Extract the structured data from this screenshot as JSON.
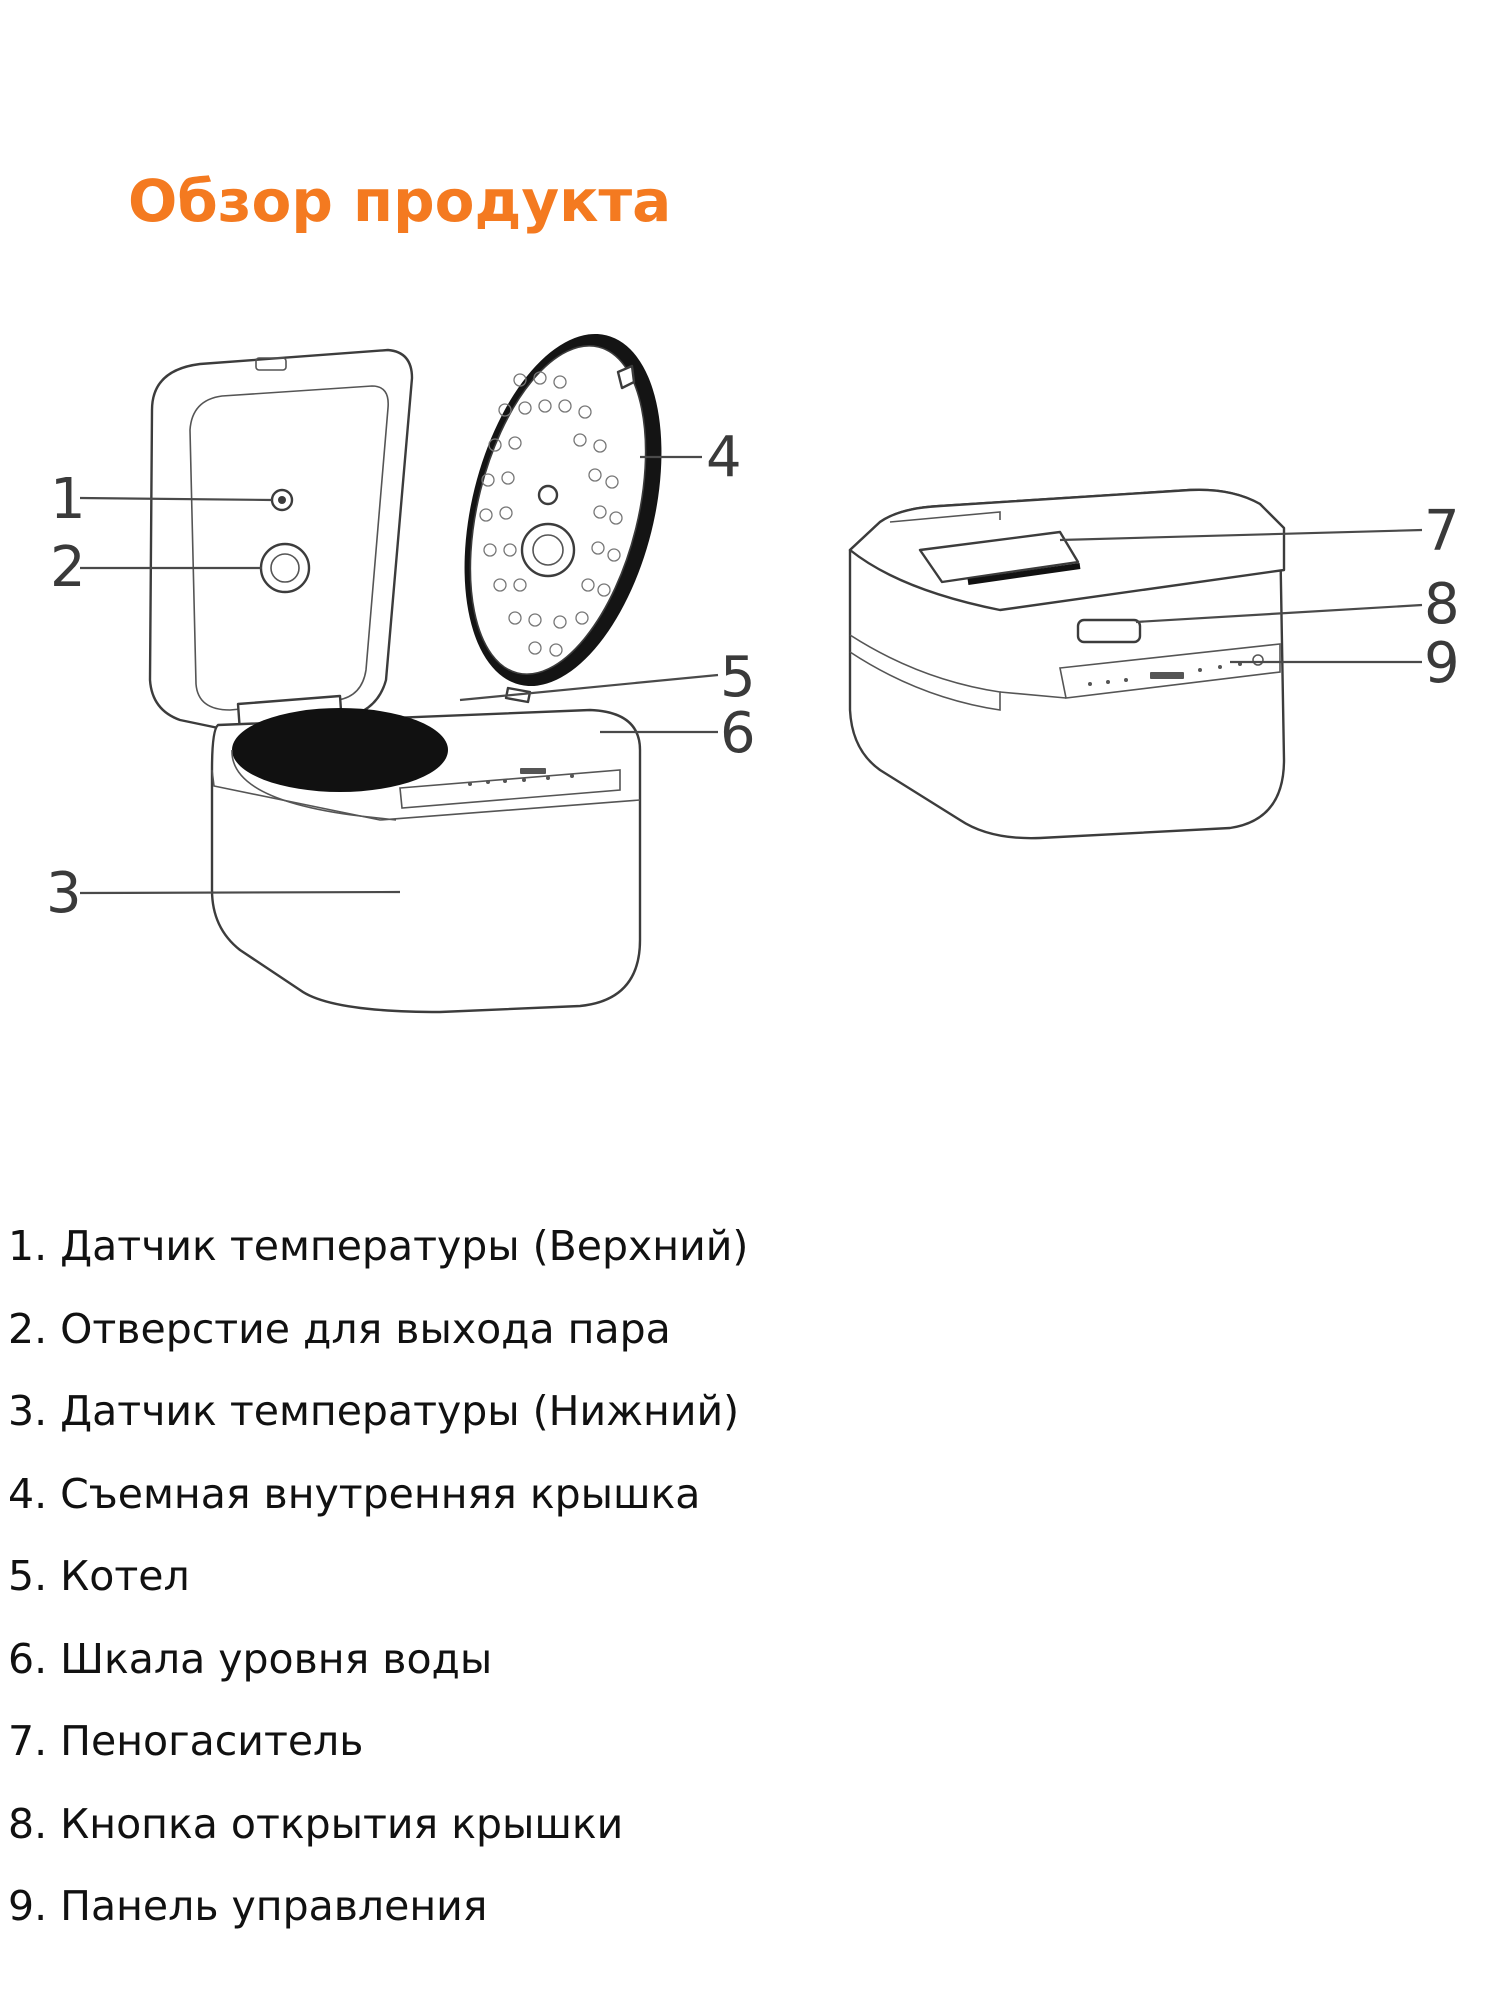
{
  "title": "Обзор продукта",
  "colors": {
    "title": "#f47a20",
    "text": "#111111",
    "outline": "#3c3c3c",
    "dark_fill": "#0d0d0d"
  },
  "callouts": [
    "1",
    "2",
    "3",
    "4",
    "5",
    "6",
    "7",
    "8",
    "9"
  ],
  "parts": [
    "1. Датчик температуры (Верхний)",
    "2. Отверстие для выхода пара",
    "3. Датчик температуры (Нижний)",
    "4. Съемная внутренняя крышка",
    "5. Котел",
    "6. Шкала уровня воды",
    "7. Пеногаситель",
    "8. Кнопка открытия крышки",
    "9. Панель управления"
  ]
}
